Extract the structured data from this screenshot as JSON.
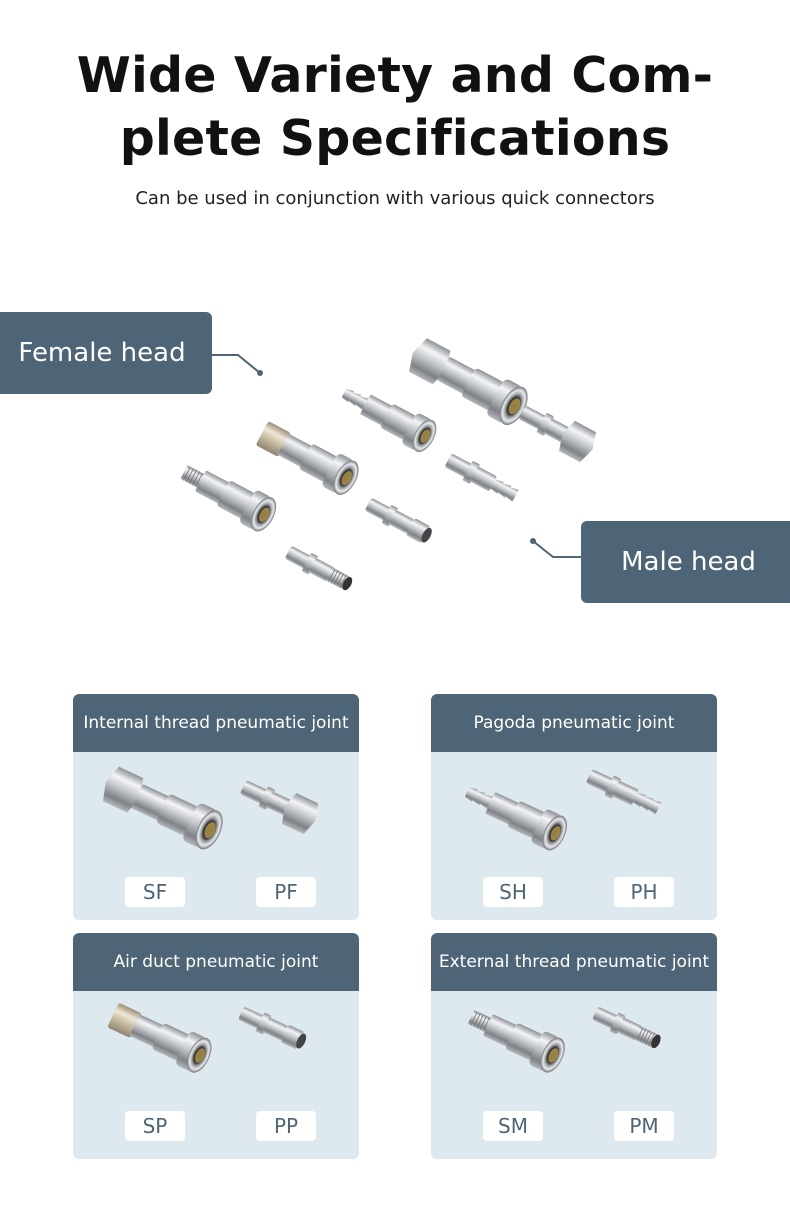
{
  "header": {
    "title_line1": "Wide Variety and Com-",
    "title_line2": "plete Specifications",
    "subtitle": "Can be used in conjunction with various quick connectors"
  },
  "labels": {
    "female": "Female head",
    "male": "Male head"
  },
  "cards": [
    {
      "title": "Internal thread pneumatic joint",
      "left_code": "SF",
      "right_code": "PF"
    },
    {
      "title": "Pagoda pneumatic joint",
      "left_code": "SH",
      "right_code": "PH"
    },
    {
      "title": "Air duct pneumatic joint",
      "left_code": "SP",
      "right_code": "PP"
    },
    {
      "title": "External thread pneumatic joint",
      "left_code": "SM",
      "right_code": "PM"
    }
  ],
  "colors": {
    "accent": "#4d6577",
    "card_bg": "#dde8ef",
    "metal": "#c9ccd0"
  }
}
